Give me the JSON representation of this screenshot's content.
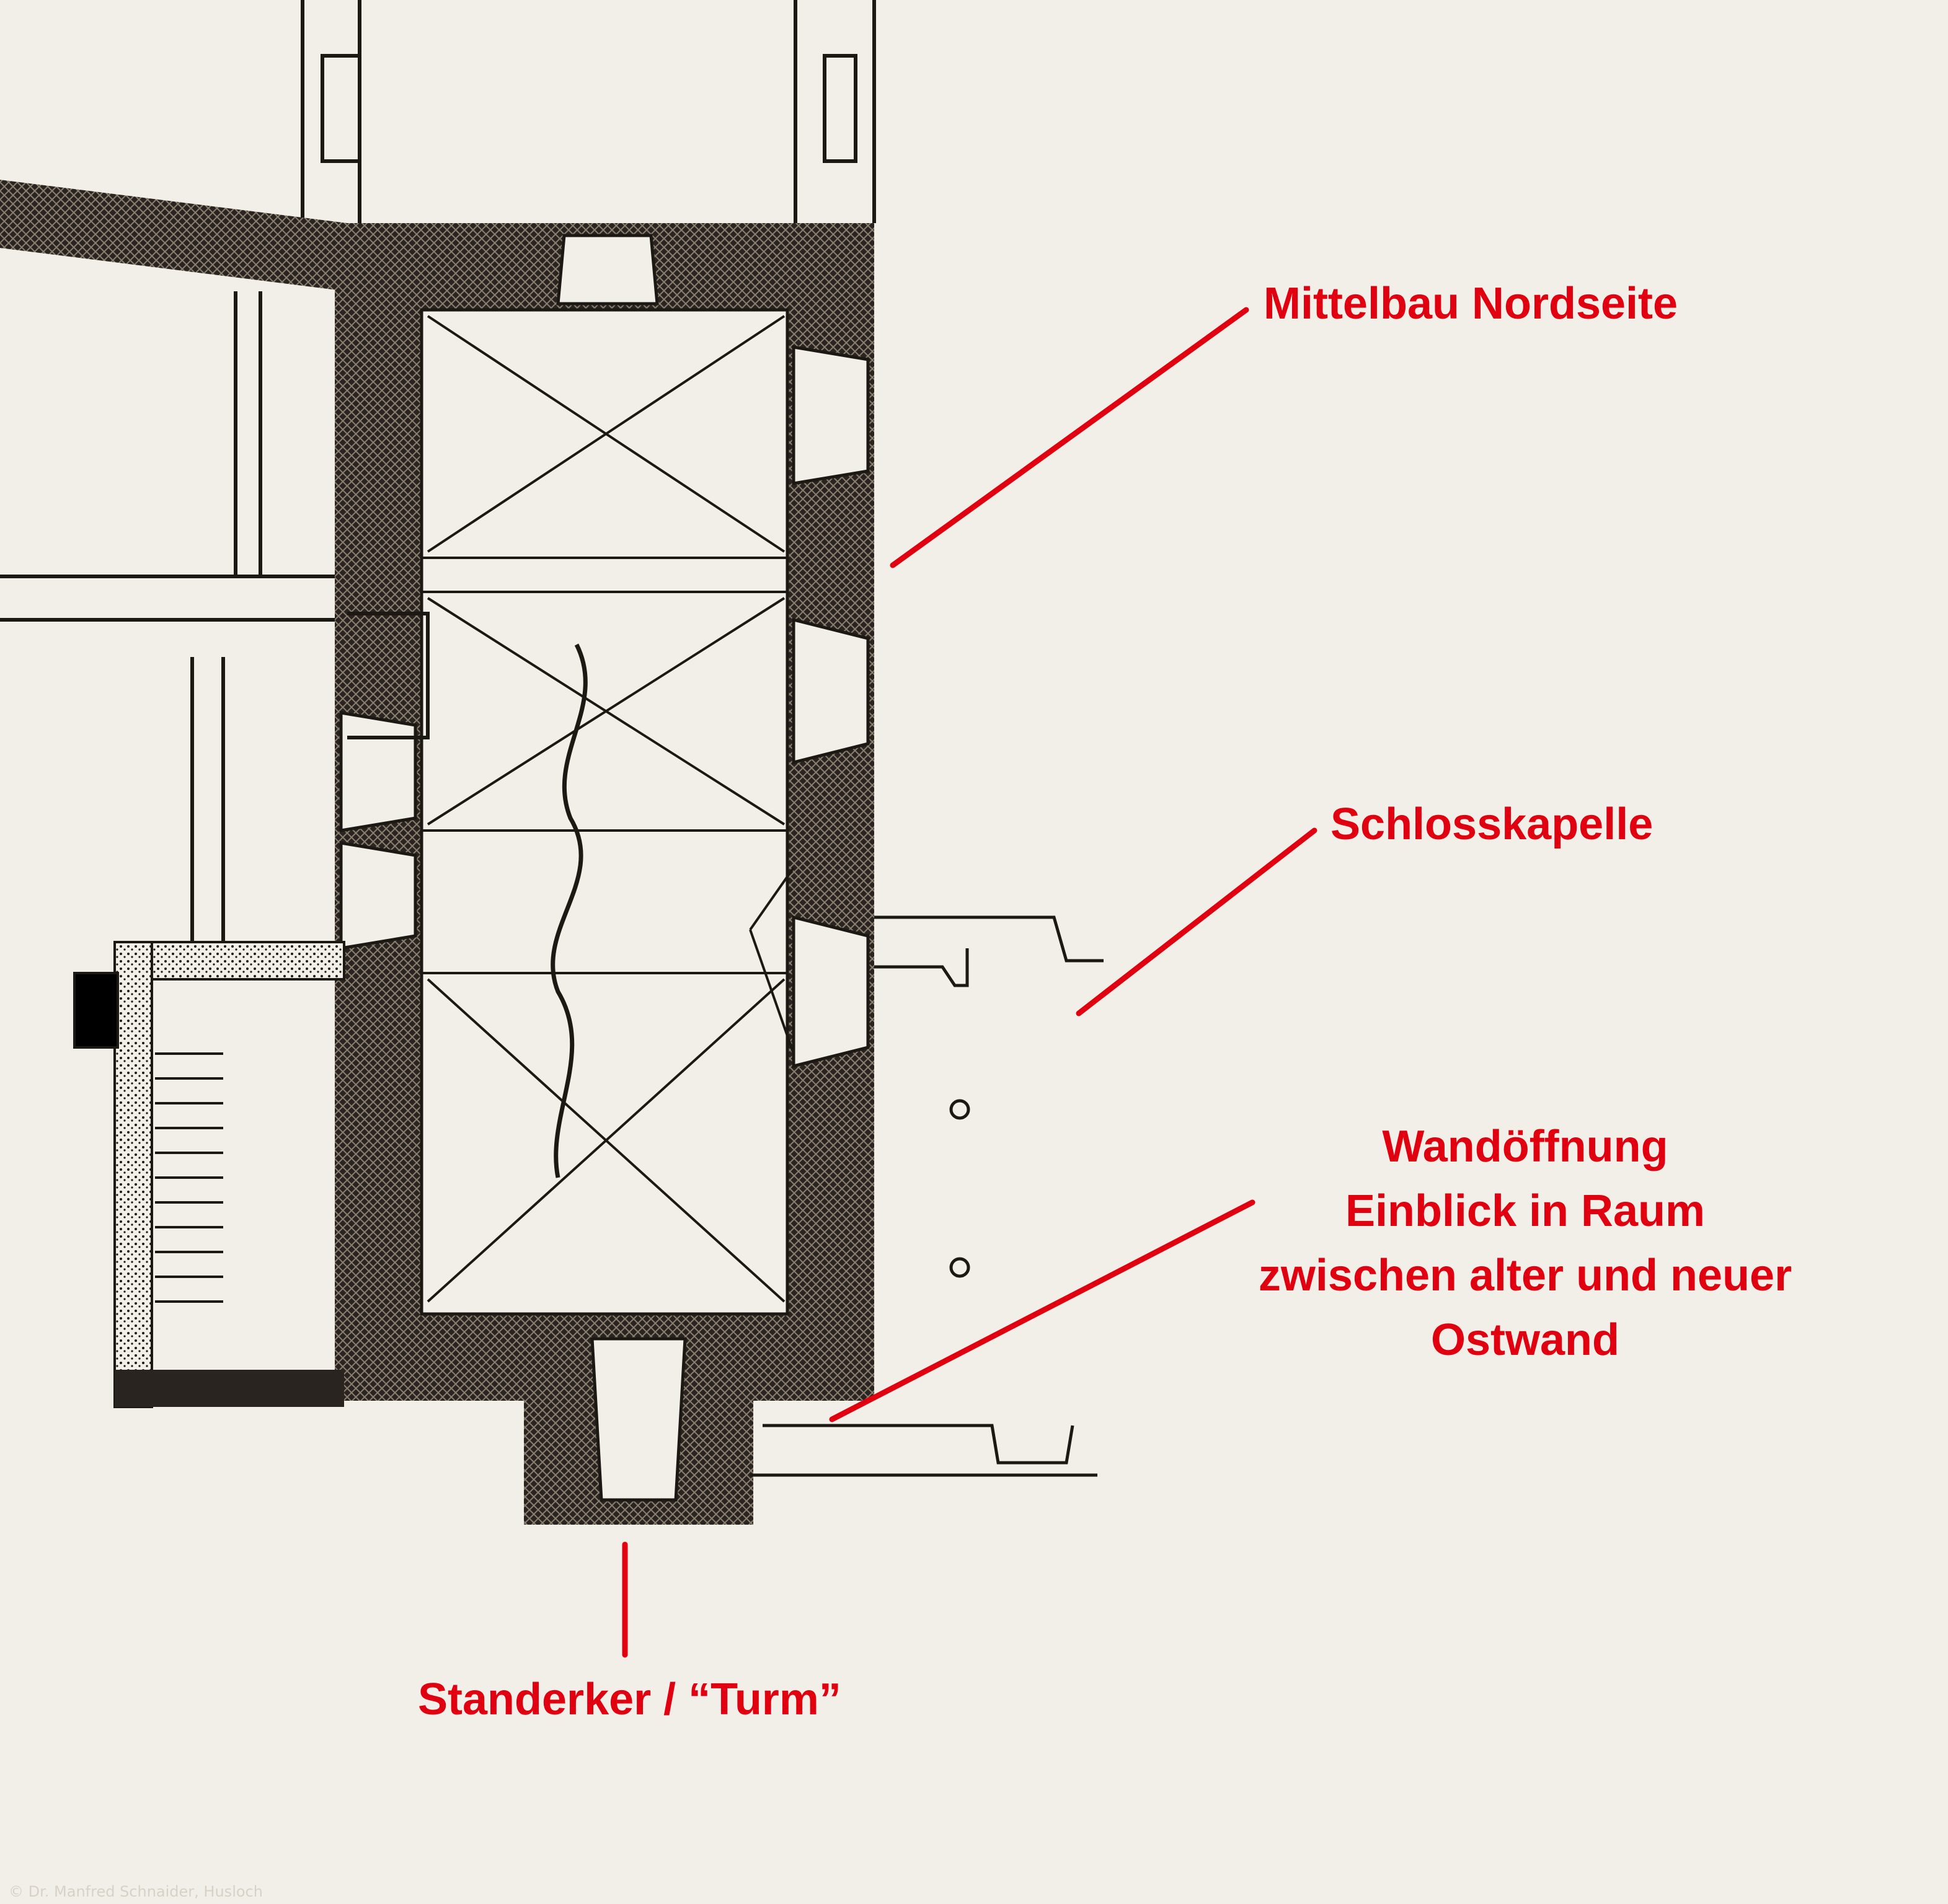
{
  "annotations": {
    "mittelbau": "Mittelbau Nordseite",
    "kapelle": "Schlosskapelle",
    "wand_line1": "Wandöffnung",
    "wand_line2": "Einblick in Raum",
    "wand_line3": "zwischen alter und neuer",
    "wand_line4": "Ostwand",
    "erker": "Standerker / “Turm”"
  },
  "credit": "© Dr. Manfred Schnaider, Husloch",
  "colors": {
    "annotation": "#e00010",
    "ink": "#1c1814",
    "paper": "#f2efe9"
  }
}
